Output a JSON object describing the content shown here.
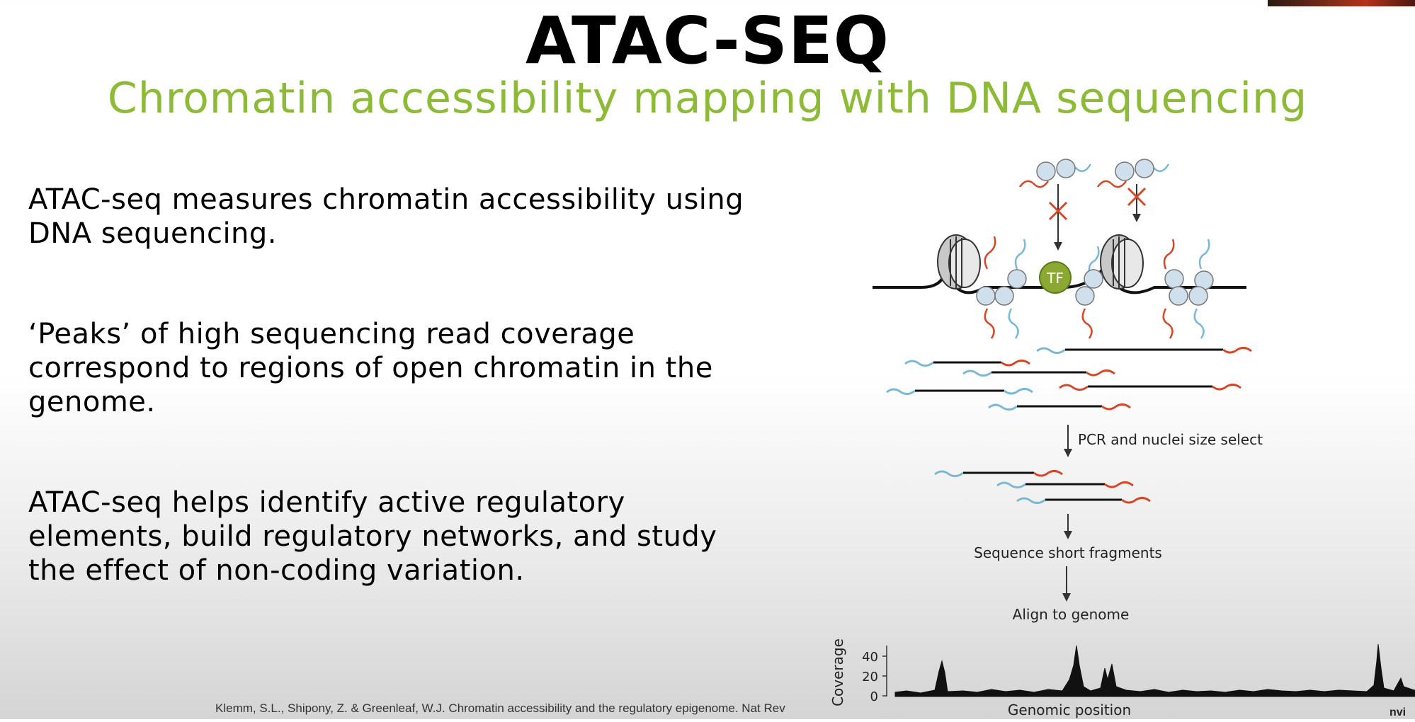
{
  "slide": {
    "title": "ATAC-SEQ",
    "subtitle": "Chromatin accessibility mapping with DNA sequencing",
    "paragraphs": [
      "ATAC-seq measures chromatin accessibility using DNA sequencing.",
      "‘Peaks’ of high sequencing read coverage correspond to regions of open chromatin in the genome.",
      "ATAC-seq helps identify active regulatory elements, build regulatory networks, and study the effect of non-coding variation."
    ],
    "citation": "Klemm, S.L., Shipony, Z. & Greenleaf, W.J. Chromatin accessibility and the regulatory epigenome. Nat Rev",
    "logo_text": "nvi"
  },
  "figure": {
    "tf_label": "TF",
    "step1": "PCR and nuclei size select",
    "step2": "Sequence short fragments",
    "step3": "Align to genome",
    "ylabel": "Coverage",
    "xlabel": "Genomic position",
    "yticks": [
      "40",
      "20",
      "0"
    ],
    "colors": {
      "tf": "#8aa832",
      "adapter_blue": "#7ab8d6",
      "adapter_red": "#d2492a",
      "nucleosome": "#cfe0ec"
    }
  }
}
